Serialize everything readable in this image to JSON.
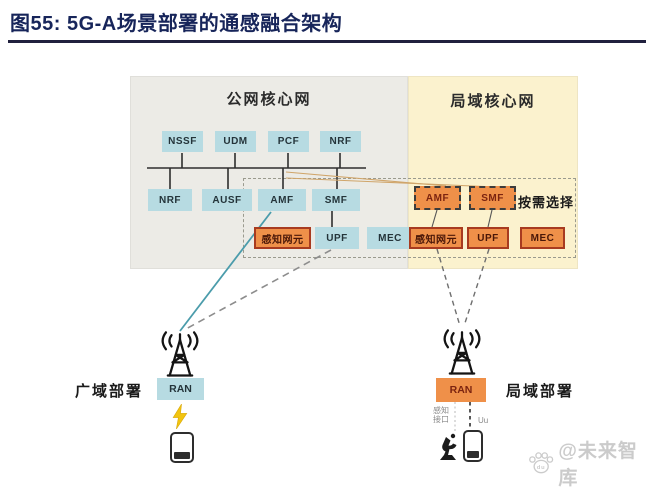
{
  "figure": {
    "title": "图55:  5G-A场景部署的通感融合架构"
  },
  "public_core": {
    "title": "公网核心网",
    "row1": [
      "NSSF",
      "UDM",
      "PCF",
      "NRF"
    ],
    "row2": [
      "NRF",
      "AUSF",
      "AMF",
      "SMF"
    ],
    "row3": [
      "感知网元",
      "UPF",
      "MEC"
    ]
  },
  "local_core": {
    "title": "局域核心网",
    "on_demand": "按需选择",
    "nf_optional": [
      "AMF",
      "SMF"
    ],
    "row3": [
      "感知网元",
      "UPF",
      "MEC"
    ]
  },
  "deployments": {
    "wide": {
      "label": "广域部署",
      "ran": "RAN"
    },
    "local": {
      "label": "局域部署",
      "ran": "RAN",
      "interface_sensing": "感知接口",
      "interface_uu": "Uu"
    }
  },
  "watermark": {
    "text": "@未来智库",
    "logo_text": "du"
  },
  "colors": {
    "title_navy": "#17255a",
    "box_blue": "#b7dbe2",
    "box_orange": "#ef9049",
    "orange_border": "#a83b20",
    "panel_gray": "#ecebe6",
    "panel_yellow": "#fbf2ce",
    "teal_line": "#4b9cab",
    "tan_line": "#d0a56a",
    "lightning_yellow": "#f2c40f"
  }
}
